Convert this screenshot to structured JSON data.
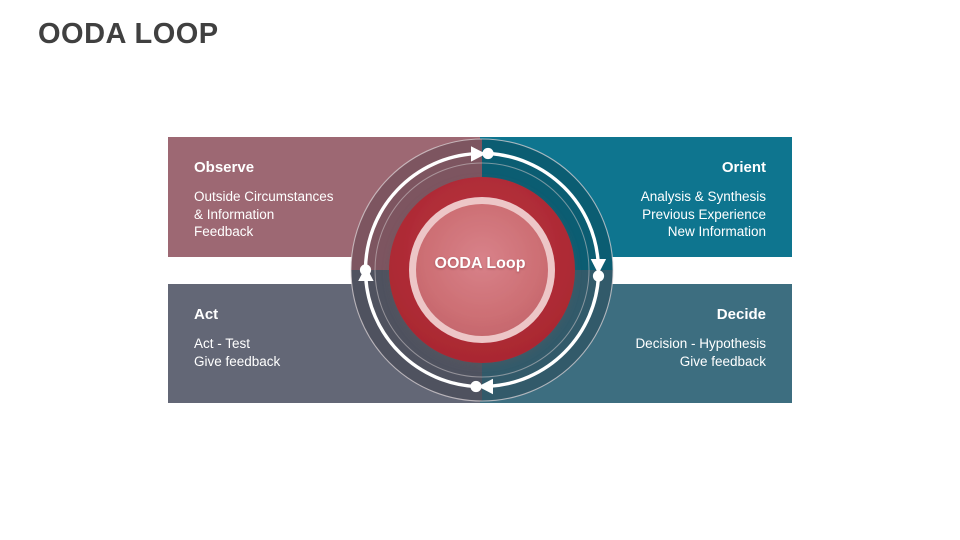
{
  "page": {
    "title": "OODA LOOP"
  },
  "diagram": {
    "type": "cycle",
    "hub_label": "OODA Loop",
    "rotation": "clockwise",
    "quadrants": [
      {
        "key": "observe",
        "title": "Observe",
        "position": "top-left",
        "align": "left",
        "color": "#9d6873",
        "ring_color": "#7d5560",
        "lines": [
          "Outside Circumstances",
          "& Information",
          "Feedback"
        ]
      },
      {
        "key": "orient",
        "title": "Orient",
        "position": "top-right",
        "align": "right",
        "color": "#0e758f",
        "ring_color": "#0b5e73",
        "lines": [
          "Analysis & Synthesis",
          "Previous Experience",
          "New Information"
        ]
      },
      {
        "key": "act",
        "title": "Act",
        "position": "bottom-left",
        "align": "left",
        "color": "#636776",
        "ring_color": "#4f525f",
        "lines": [
          "Act - Test",
          "Give feedback"
        ]
      },
      {
        "key": "decide",
        "title": "Decide",
        "position": "bottom-right",
        "align": "right",
        "color": "#3d6e80",
        "ring_color": "#325969",
        "lines": [
          "Decision - Hypothesis",
          "Give feedback"
        ]
      }
    ],
    "hub": {
      "outer_ring_color": "#b02f3c",
      "inner_ring_color": "#edc3c4",
      "center_color": "#cd6f74"
    },
    "arrows": [
      {
        "name": "arrow-observe-to-orient",
        "from": "observe",
        "to": "orient"
      },
      {
        "name": "arrow-orient-to-decide",
        "from": "orient",
        "to": "decide"
      },
      {
        "name": "arrow-decide-to-act",
        "from": "decide",
        "to": "act"
      },
      {
        "name": "arrow-act-to-observe",
        "from": "act",
        "to": "observe"
      }
    ],
    "arrow_color": "#ffffff"
  }
}
